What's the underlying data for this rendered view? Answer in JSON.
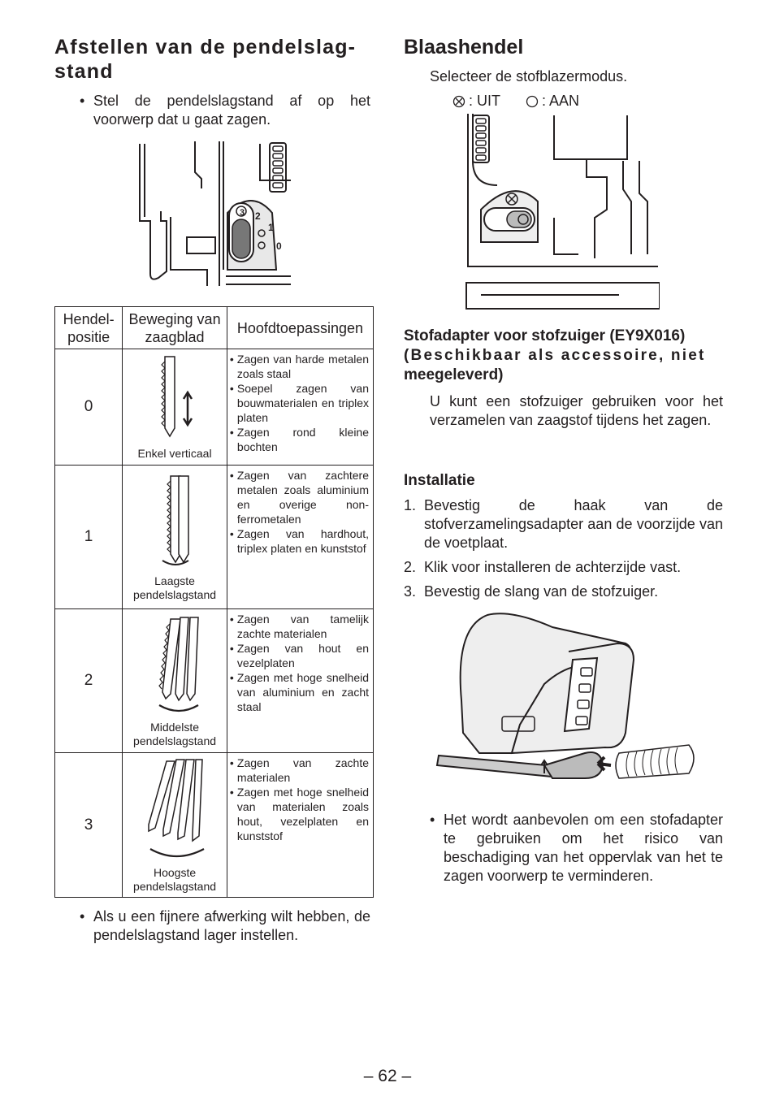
{
  "left": {
    "heading_line1": "Afstellen van de pendelslag-",
    "heading_line2": "stand",
    "intro_bullet": "Stel de pendelslagstand af op het voorwerp dat u gaat zagen.",
    "dial_labels": [
      "3",
      "2",
      "1",
      "0"
    ],
    "table": {
      "headers": [
        "Hendel-positie",
        "Beweging van zaagblad",
        "Hoofdtoepassingen"
      ],
      "rows": [
        {
          "position": "0",
          "caption": "Enkel verticaal",
          "applications": [
            "Zagen van harde metalen zoals staal",
            "Soepel zagen van bouwmaterialen en triplex platen",
            "Zagen rond kleine bochten"
          ]
        },
        {
          "position": "1",
          "caption": "Laagste pendelslagstand",
          "applications": [
            "Zagen van zachtere metalen zoals aluminium en overige non-ferrometalen",
            "Zagen van hardhout, triplex platen en kunststof"
          ]
        },
        {
          "position": "2",
          "caption": "Middelste pendelslagstand",
          "applications": [
            "Zagen van tamelijk zachte materialen",
            "Zagen van hout en vezelplaten",
            "Zagen met hoge snelheid van aluminium en zacht staal"
          ]
        },
        {
          "position": "3",
          "caption": "Hoogste pendelslagstand",
          "applications": [
            "Zagen van zachte materialen",
            "Zagen met hoge snelheid van materialen zoals hout, vezelplaten en kunststof"
          ]
        }
      ]
    },
    "footer_bullet": "Als u een fijnere afwerking wilt hebben, de pendelslagstand lager instellen."
  },
  "right": {
    "heading": "Blaashendel",
    "instruction": "Selecteer de stofblazermodus.",
    "legend_off": ": UIT",
    "legend_on": ": AAN",
    "adapter_heading_line1": "Stofadapter voor stofzuiger (EY9X016)",
    "adapter_heading_line2": "(Beschikbaar als accessoire, niet",
    "adapter_heading_line3": "meegeleverd)",
    "adapter_text": "U kunt een stofzuiger gebruiken voor het verzamelen van zaagstof tijdens het zagen.",
    "install_heading": "Installatie",
    "steps": [
      {
        "n": "1.",
        "text": "Bevestig de haak van de stofverzamelingsadapter aan de voorzijde van de voetplaat."
      },
      {
        "n": "2.",
        "text": "Klik voor installeren de achterzijde vast."
      },
      {
        "n": "3.",
        "text": "Bevestig de slang van de stofzuiger."
      }
    ],
    "note": "Het wordt aanbevolen om een stofadapter te gebruiken om het risico van beschadiging van het oppervlak van het te zagen voorwerp te verminderen."
  },
  "page_number": "– 62 –"
}
